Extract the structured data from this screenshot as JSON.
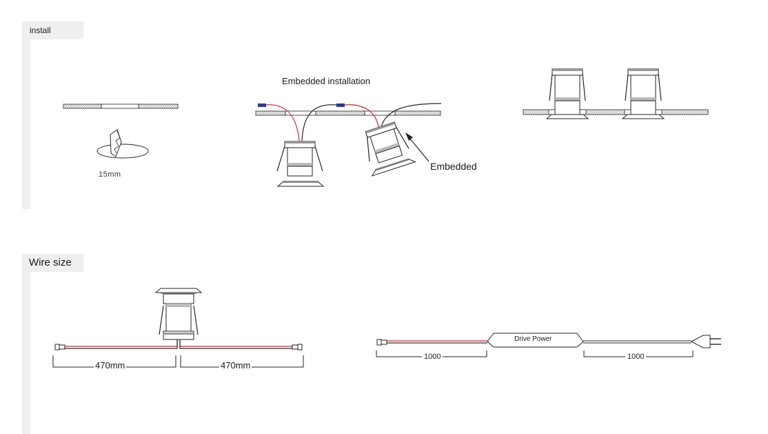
{
  "sections": {
    "install": {
      "title": "install"
    },
    "wire_size": {
      "title": "Wire size"
    }
  },
  "labels": {
    "embedded_installation": "Embedded installation",
    "embedded": "Embedded",
    "hole_size": "15mm",
    "wire_left": "470mm",
    "wire_right": "470mm",
    "drive_power": "Drive Power",
    "cable_left": "1000",
    "cable_right": "1000"
  },
  "colors": {
    "wire_red": "#d6202a",
    "wire_black": "#2a2a2a",
    "connector_blue": "#2a3a9a",
    "section_bg": "#efefef"
  },
  "icons": [
    "downlight-icon",
    "panel-hatch-icon",
    "hole-saw-icon",
    "plug-icon",
    "driver-icon",
    "arrow-icon"
  ]
}
